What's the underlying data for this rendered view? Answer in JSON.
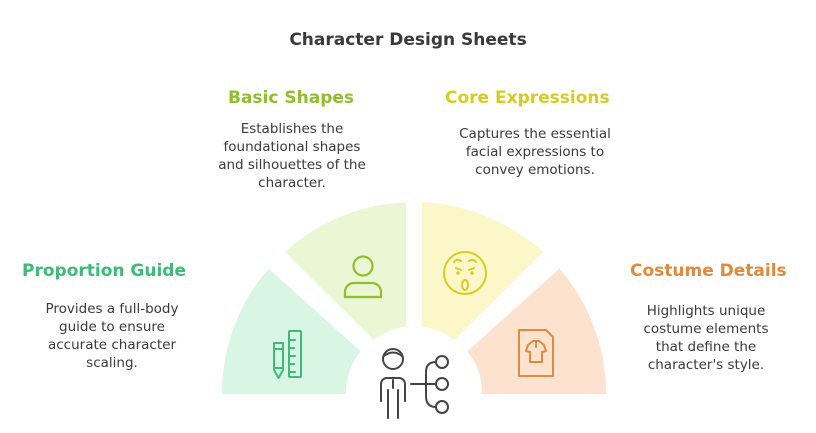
{
  "title": "Character Design Sheets",
  "sections": [
    {
      "heading": "Proportion Guide",
      "description": [
        "Provides a full-body",
        "guide to ensure",
        "accurate character",
        "scaling."
      ],
      "color": "#3dbb78",
      "fill": "#d9f5e3",
      "icon": "pencil-ruler-icon"
    },
    {
      "heading": "Basic Shapes",
      "description": [
        "Establishes the",
        "foundational shapes",
        "and silhouettes of the",
        "character."
      ],
      "color": "#8fbf2a",
      "fill": "#eaf6d4",
      "icon": "person-icon"
    },
    {
      "heading": "Core Expressions",
      "description": [
        "Captures the essential",
        "facial expressions to",
        "convey emotions."
      ],
      "color": "#d9cc1f",
      "fill": "#fbf7c9",
      "icon": "surprised-face-icon"
    },
    {
      "heading": "Costume Details",
      "description": [
        "Highlights unique",
        "costume elements",
        "that define the",
        "character's style."
      ],
      "color": "#e08a3c",
      "fill": "#fde3cf",
      "icon": "costume-shirt-icon"
    }
  ],
  "center_icon": "character-branching-icon"
}
